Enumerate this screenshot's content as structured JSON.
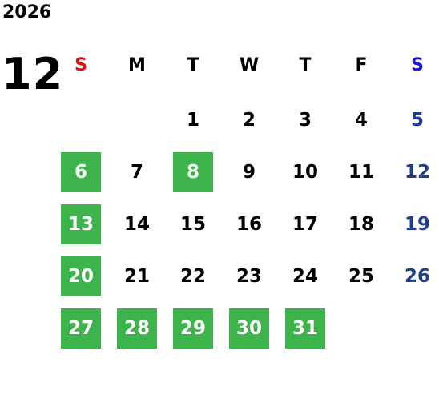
{
  "year": "2026",
  "month": "12",
  "colors": {
    "sunday_header": "#e01010",
    "saturday_header": "#1a1ad6",
    "saturday_date": "#1f3f8c",
    "weekday_date": "#000000",
    "highlight_bg": "#3cb44b",
    "highlight_text": "#ffffff"
  },
  "weekdays": [
    {
      "label": "S",
      "type": "sun"
    },
    {
      "label": "M",
      "type": "wd"
    },
    {
      "label": "T",
      "type": "wd"
    },
    {
      "label": "W",
      "type": "wd"
    },
    {
      "label": "T",
      "type": "wd"
    },
    {
      "label": "F",
      "type": "wd"
    },
    {
      "label": "S",
      "type": "sat"
    }
  ],
  "weeks": [
    [
      null,
      null,
      {
        "d": "1"
      },
      {
        "d": "2"
      },
      {
        "d": "3"
      },
      {
        "d": "4"
      },
      {
        "d": "5"
      }
    ],
    [
      {
        "d": "6",
        "hl": true
      },
      {
        "d": "7"
      },
      {
        "d": "8",
        "hl": true
      },
      {
        "d": "9"
      },
      {
        "d": "10"
      },
      {
        "d": "11"
      },
      {
        "d": "12"
      }
    ],
    [
      {
        "d": "13",
        "hl": true
      },
      {
        "d": "14"
      },
      {
        "d": "15"
      },
      {
        "d": "16"
      },
      {
        "d": "17"
      },
      {
        "d": "18"
      },
      {
        "d": "19"
      }
    ],
    [
      {
        "d": "20",
        "hl": true
      },
      {
        "d": "21"
      },
      {
        "d": "22"
      },
      {
        "d": "23"
      },
      {
        "d": "24"
      },
      {
        "d": "25"
      },
      {
        "d": "26"
      }
    ],
    [
      {
        "d": "27",
        "hl": true
      },
      {
        "d": "28",
        "hl": true
      },
      {
        "d": "29",
        "hl": true
      },
      {
        "d": "30",
        "hl": true
      },
      {
        "d": "31",
        "hl": true
      },
      null,
      null
    ]
  ]
}
